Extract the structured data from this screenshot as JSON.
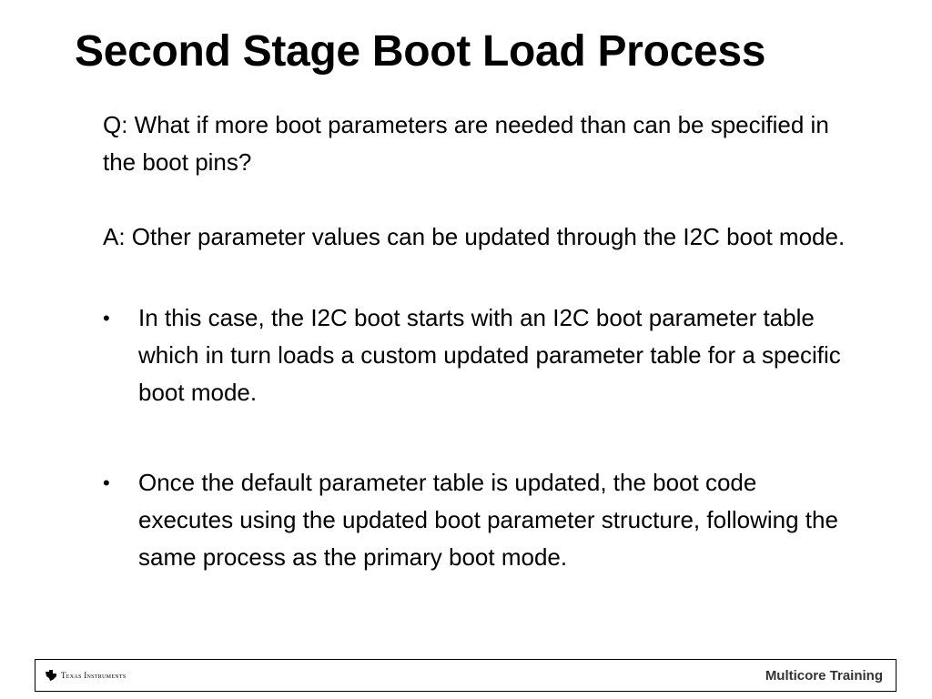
{
  "slide": {
    "title": "Second Stage Boot Load Process",
    "question": "Q: What if more boot parameters are needed than can be specified in the boot pins?",
    "answer": "A: Other parameter values can be updated through the I2C boot mode.",
    "bullets": [
      "In this case, the I2C boot starts with an I2C boot parameter table which in turn loads a custom updated parameter table for a specific boot mode.",
      "Once the default parameter table is updated, the boot code executes using the updated boot parameter structure, following the same process as the primary boot mode."
    ]
  },
  "footer": {
    "brand": "Texas Instruments",
    "right_text": "Multicore Training",
    "logo_icon": "ti-logo-icon"
  }
}
